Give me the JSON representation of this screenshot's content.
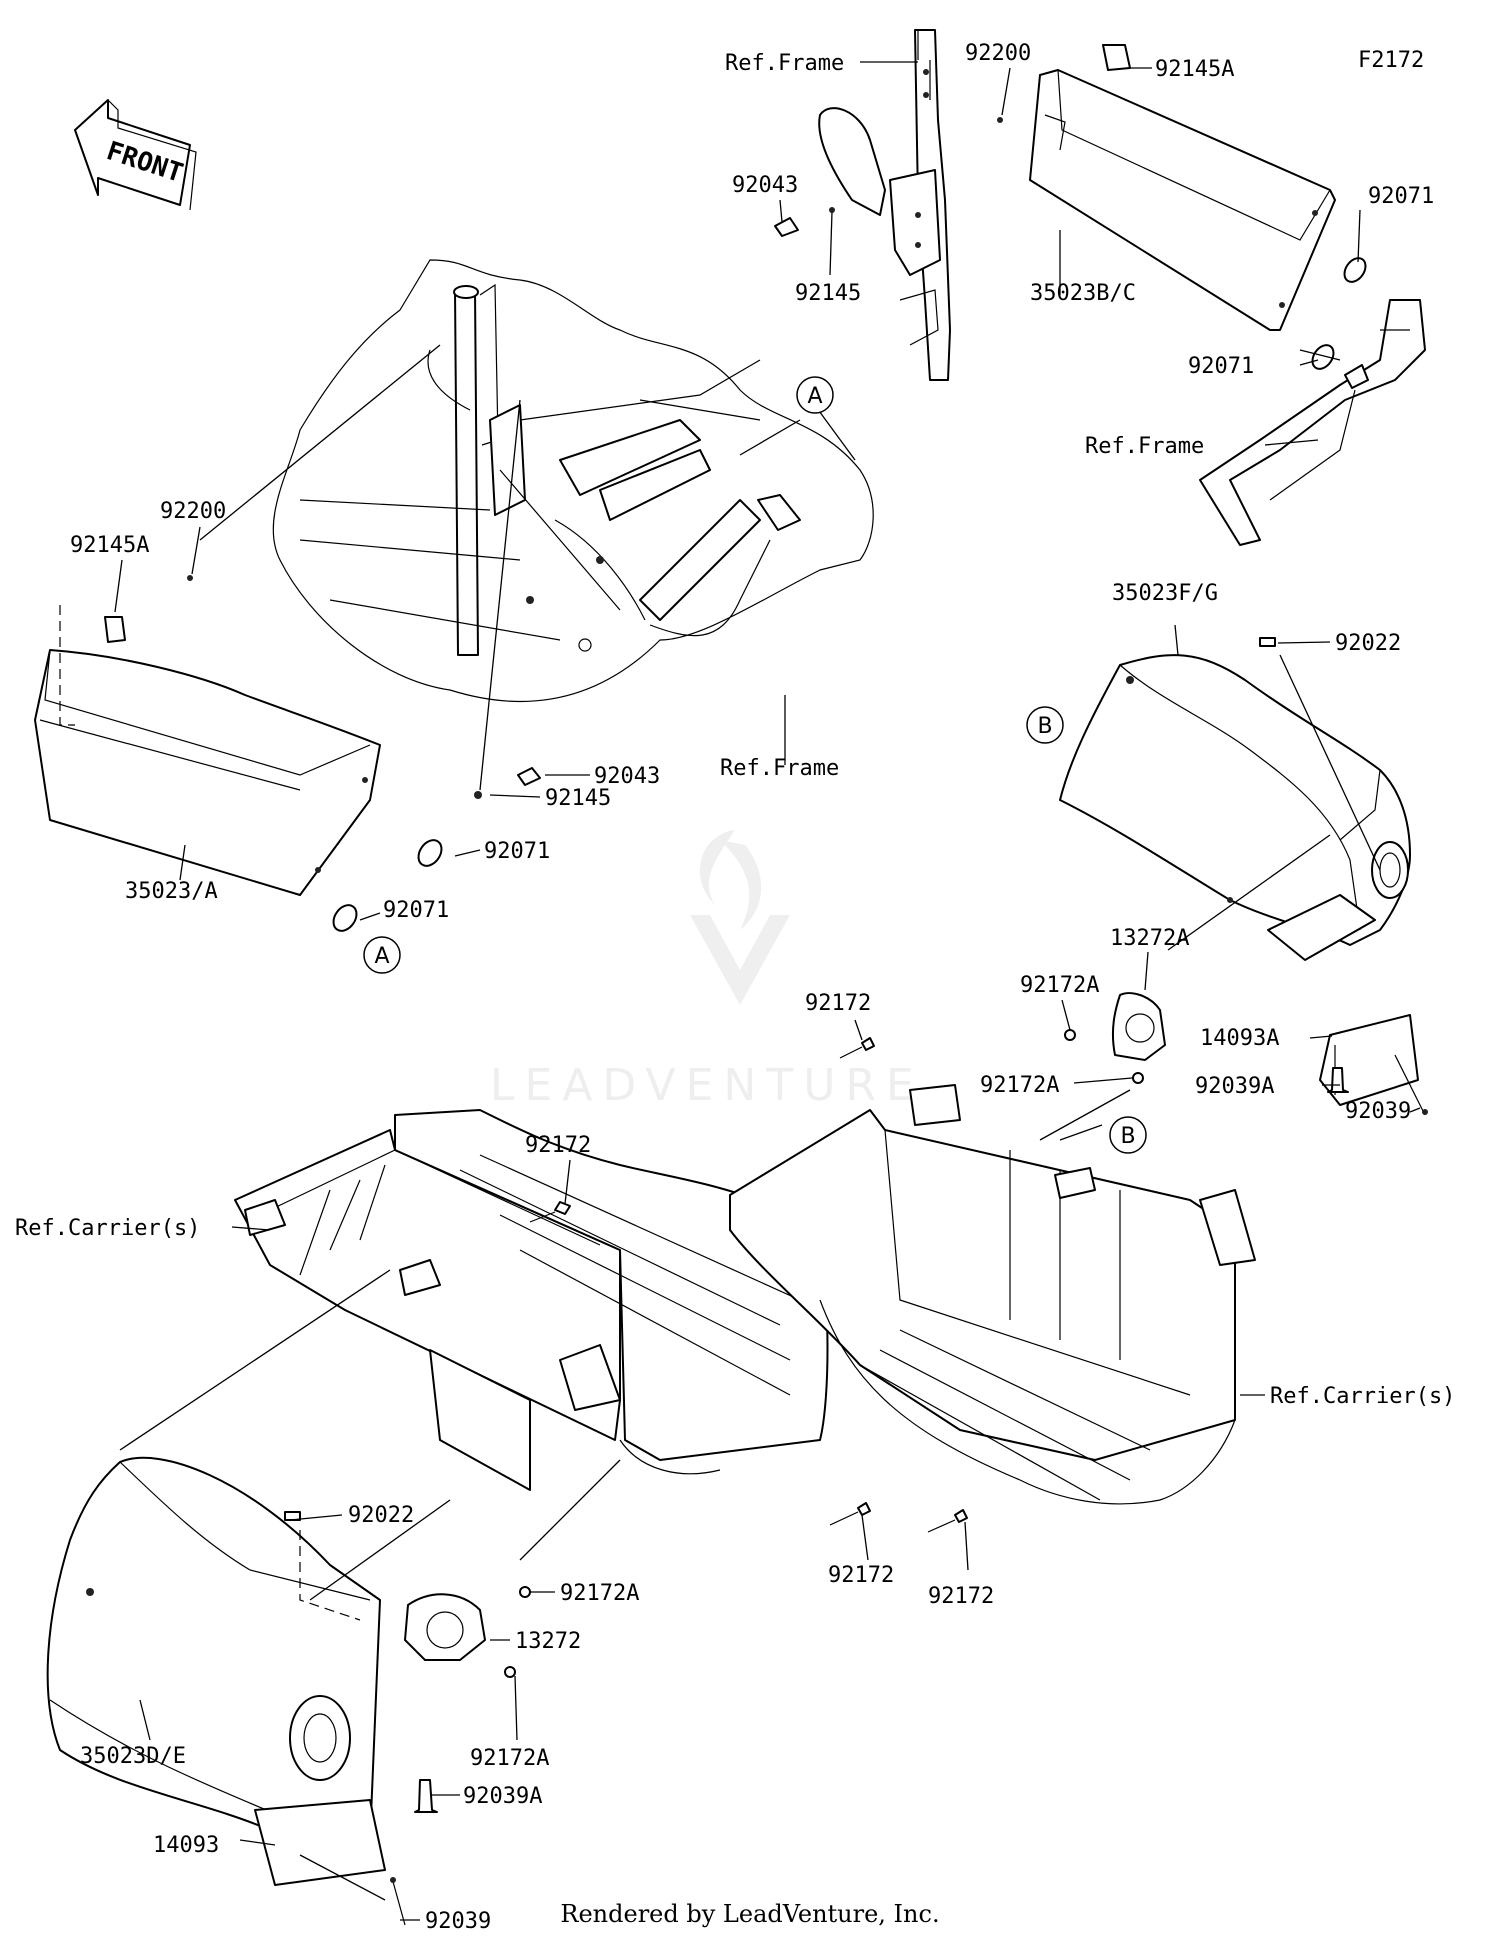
{
  "figure_id": "F2172",
  "footer": "Rendered by LeadVenture, Inc.",
  "watermark": "LEADVENTURE",
  "front_arrow_label": "FRONT",
  "callouts": [
    "A",
    "A",
    "B",
    "B"
  ],
  "labels": {
    "ref_frame_1": "Ref.Frame",
    "p92200_1": "92200",
    "p92145A_1": "92145A",
    "p92043_1": "92043",
    "p92145_1": "92145",
    "p35023BC": "35023B/C",
    "p92071_1": "92071",
    "p92071_2": "92071",
    "ref_frame_2": "Ref.Frame",
    "p92200_2": "92200",
    "p92145A_2": "92145A",
    "p92043_2": "92043",
    "p92145_2": "92145",
    "ref_frame_3": "Ref.Frame",
    "p92071_3": "92071",
    "p92071_4": "92071",
    "p35023A": "35023/A",
    "p35023FG": "35023F/G",
    "p92022_1": "92022",
    "p13272A": "13272A",
    "p92172A_1": "92172A",
    "p92172A_2": "92172A",
    "p14093A": "14093A",
    "p92039A_1": "92039A",
    "p92039_1": "92039",
    "p92172_1": "92172",
    "p92172_2": "92172",
    "ref_carrier_1": "Ref.Carrier(s)",
    "ref_carrier_2": "Ref.Carrier(s)",
    "p92022_2": "92022",
    "p92172A_3": "92172A",
    "p13272": "13272",
    "p92172_3": "92172",
    "p92172_4": "92172",
    "p92172A_4": "92172A",
    "p35023DE": "35023D/E",
    "p92039A_2": "92039A",
    "p14093": "14093",
    "p92039_2": "92039"
  }
}
